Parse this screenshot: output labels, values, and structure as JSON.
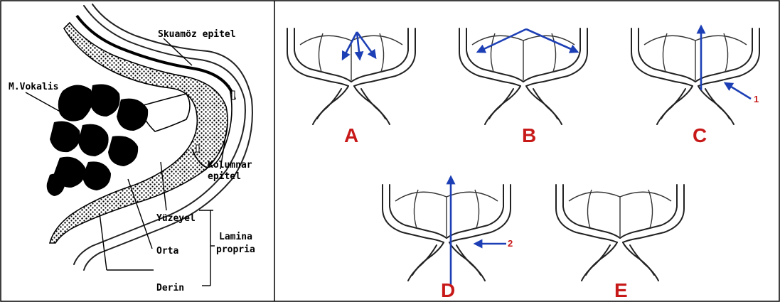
{
  "left_panel": {
    "labels": {
      "skuamoz": "Skuamöz epitel",
      "vokalis": "M.Vokalis",
      "kolumnar_1": "Kolumnar",
      "kolumnar_2": "epitel",
      "yuzeyel": "Yüzeyel",
      "orta": "Orta",
      "derin": "Derin",
      "lamina_1": "Lamina",
      "lamina_2": "propria"
    }
  },
  "right_panel": {
    "panels": [
      {
        "letter": "A"
      },
      {
        "letter": "B"
      },
      {
        "letter": "C",
        "marker": "1"
      },
      {
        "letter": "D",
        "marker": "2"
      },
      {
        "letter": "E"
      }
    ],
    "colors": {
      "arrow": "#1d3fb5",
      "letter": "#c81919"
    }
  }
}
